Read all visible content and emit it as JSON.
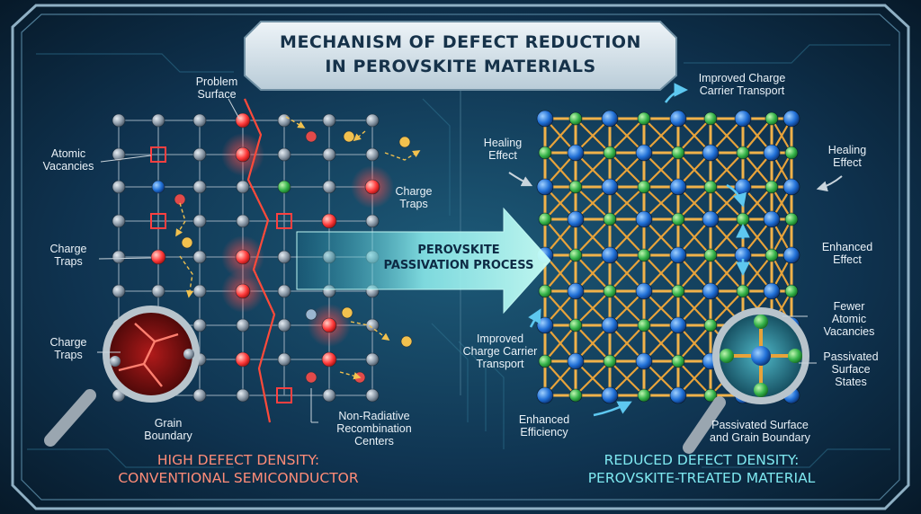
{
  "title": {
    "line1": "MECHANISM OF DEFECT REDUCTION",
    "line2": "IN PEROVSKITE MATERIALS"
  },
  "process_arrow": {
    "line1": "PEROVSKITE",
    "line2": "PASSIVATION PROCESS"
  },
  "left_panel": {
    "labels": {
      "problem_surface": "Problem\nSurface",
      "atomic_vacancies": "Atomic\nVacancies",
      "charge_traps_top": "Charge\nTraps",
      "charge_traps_mid": "Charge\nTraps",
      "charge_traps_low": "Charge\nTraps",
      "grain_boundary": "Grain\nBoundary",
      "non_radiative": "Non-Radiative\nRecombination\nCenters"
    },
    "caption": {
      "line1": "HIGH DEFECT DENSITY:",
      "line2": "CONVENTIONAL SEMICONDUCTOR"
    }
  },
  "right_panel": {
    "labels": {
      "improved_top": "Improved Charge\nCarrier Transport",
      "healing_left": "Healing\nEffect",
      "healing_right": "Healing\nEffect",
      "enhanced_effect": "Enhanced\nEffect",
      "fewer_vacancies": "Fewer\nAtomic\nVacancies",
      "improved_low": "Improved\nCharge Carrier\nTransport",
      "passivated_states": "Passivated\nSurface\nStates",
      "enhanced_efficiency": "Enhanced\nEfficiency",
      "passivated_boundary": "Passivated Surface\nand Grain Boundary"
    },
    "caption": {
      "line1": "REDUCED DEFECT DENSITY:",
      "line2": "PEROVSKITE-TREATED MATERIAL"
    }
  },
  "colors": {
    "background": "#0a2236",
    "frame": "#8fb0c4",
    "defect_red": "#ff3b3b",
    "atom_gray": "#8c9aa8",
    "atom_blue": "#1f6fd6",
    "atom_green": "#35b34a",
    "bond_orange": "#e8a33a",
    "arrow_cyan": "#6fe3e8"
  }
}
